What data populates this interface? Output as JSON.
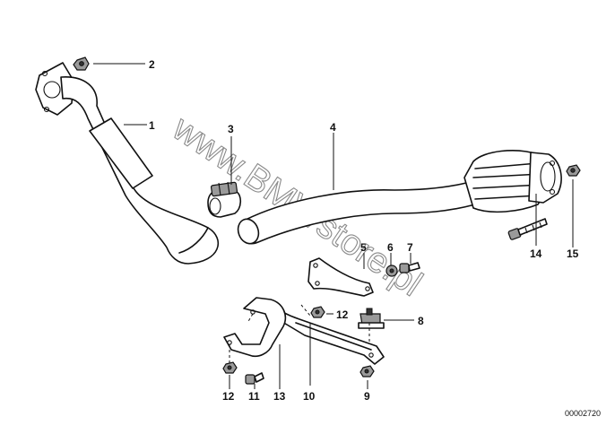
{
  "callouts": [
    {
      "id": "c1",
      "label": "1"
    },
    {
      "id": "c2",
      "label": "2"
    },
    {
      "id": "c3",
      "label": "3"
    },
    {
      "id": "c4",
      "label": "4"
    },
    {
      "id": "c5",
      "label": "5"
    },
    {
      "id": "c6",
      "label": "6"
    },
    {
      "id": "c7",
      "label": "7"
    },
    {
      "id": "c8",
      "label": "8"
    },
    {
      "id": "c9",
      "label": "9"
    },
    {
      "id": "c10",
      "label": "10"
    },
    {
      "id": "c11",
      "label": "11"
    },
    {
      "id": "c12a",
      "label": "12"
    },
    {
      "id": "c12b",
      "label": "12"
    },
    {
      "id": "c13",
      "label": "13"
    },
    {
      "id": "c14",
      "label": "14"
    },
    {
      "id": "c15",
      "label": "15"
    }
  ],
  "watermark": "www.BMWstore.pl",
  "diagram_ref": "00002720"
}
